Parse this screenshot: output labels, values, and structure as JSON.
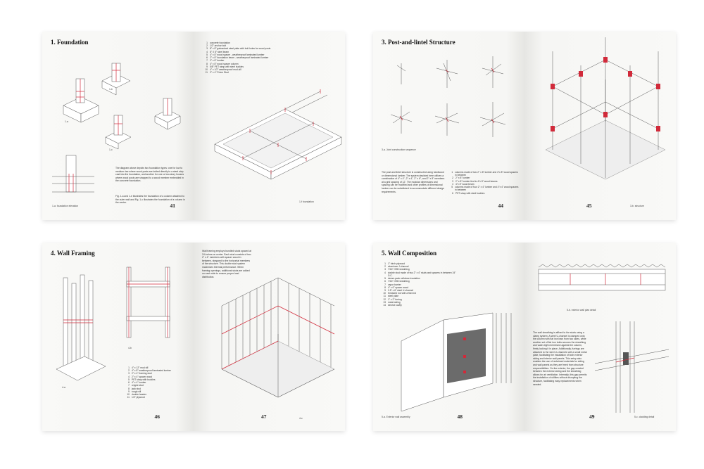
{
  "spread1": {
    "title": "1. Foundation",
    "caption_elevation": "1-a. foundation elevation",
    "caption_isometric": "1-f foundation",
    "caption_joint_a": "1-a",
    "caption_joint_b": "1-b",
    "caption_joint_c": "1-c",
    "paragraph": "The diagram above depicts two foundation types: one for low to medium rise where wood posts are bolted directly to a steel strip cast into the foundation, and another for one or two-story houses where wood posts are strapped to a wood member embedded in the concrete foundation.",
    "paragraph2": "Fig. 1-a and 1-e illustrates the foundation of a column attached to the outer wall and Fig. 1-c illustrates the foundation of a column in the center.",
    "legend": [
      "concrete foundation",
      "1/2\" anchor bolt",
      "8\" x 8\" galvanized steel plate with bolt holes for wood posts",
      "8\" X 8\" steel beam",
      "4\" x 8\" wood spacer - weatherproof laminated lumber",
      "2\" x 8\" foundation beam - weatherproof laminated lumber",
      "2\" x 8\" lumber",
      "4\" x 8\" wood spacer column",
      "5/8\" PET strap with steel buckles",
      "4\" x 1/2\" weatherproof mud-sill",
      "2\" x 4\" Prime Stud"
    ],
    "page_left": "41",
    "page_right": ""
  },
  "spread2": {
    "title": "3. Post-and-lintel Structure",
    "caption_sequence": "3-a. Joint construction sequence",
    "caption_structure": "3-b. structure",
    "paragraph": "The post and lintel structure is constructed using hardwood or dimensional lumber. The system depicted here utilizes a combination of 4\" x 4\", 2\" x 4\", 2\" x 6\", and 2\" x 8\" members at a grid spacing of 12'. The modular dimensions and spacing can be modified and other profiles of dimensional lumber can be substituted to accommodate different design requirements.",
    "legend": [
      "columns made of two 2\" x 8\" lumber and 4\"x 8\" wood spacers in between",
      "2\" x 8\" lumber",
      "2\" x 8\" lumber tied to 4\"x 8\" wood beams",
      "4\"x 8\" wood beam",
      "columns made of four 2\" x 4\" lumber and 4\"x 4\" wood spacers in between",
      "PET strap with steel buckles"
    ],
    "page_left": "44",
    "page_right": "45"
  },
  "spread3": {
    "title": "4. Wall Framing",
    "caption_a": "4-a",
    "caption_b": "4-b",
    "caption_c": "4-c",
    "paragraph": "Wall framing employs bundled studs spaced at 24 inches on center. Each stud consists of two 2\" x 4\" members with spacer wood in between, strapped to the horizontal members of the structure. This double stud system maximizes thermal performance. When framing openings, additional studs are added on each side to ensure proper load distribution.",
    "legend": [
      "4\" x 12\" mud sill",
      "4\" x 8\" weatherproof laminated lumber",
      "2\" x 4\" framing stud",
      "2\" x 4\" spacer wood",
      "PET strap with buckles",
      "4\" x 4\" lumber",
      "cripple stud",
      "jack stud",
      "rough sill",
      "double header",
      "1/2\" plywood"
    ],
    "page_left": "46",
    "page_right": "47"
  },
  "spread4": {
    "title": "5. Wall Composition",
    "caption_exterior": "5-a. Exterior wall assembly",
    "caption_detail": "5-b. exterior wall plan detail",
    "caption_cladding": "5-c. cladding detail",
    "paragraph": "The wall sheathing is affixed to the studs using a clamp system. A steel U-channel is clamped onto the column with flat iron bars from two sides, while another set of flat iron bolts secures the sheathing and water-tight membrane against the column, firmly locking it in place. Additionally, furrings are attached to the steel U-channels with a small metal plate, facilitating the installation of both exterior siding and interior wall panels. This setup also enables the use of reclaimed materials for siding and wall panels as they are freed from structure responsibilities. On the exterior, the gap created between the exterior siding and the sheathing allows for air ventilation. Internally, this gap permits the installation of utilities without disrupting the structure, facilitating easy replacements when needed.",
    "legend": [
      "1\" birch plywood",
      "aluminum J-channel",
      "7/16\" OSB sheathing",
      "double stud made of two 2\" x 4\" studs and spacers in between 24\" O.C.",
      "dense-pack cellulose insulation",
      "7/16\" OSB sheathing",
      "vapor barrier",
      "4\" x 6\" spacer wood",
      "2.5\" x 6\" steel U-channel",
      "threaded rod with a flat end",
      "steel plate",
      "1\" x 2\" furring",
      "metal siding",
      "service cavity"
    ],
    "page_left": "48",
    "page_right": "49"
  }
}
